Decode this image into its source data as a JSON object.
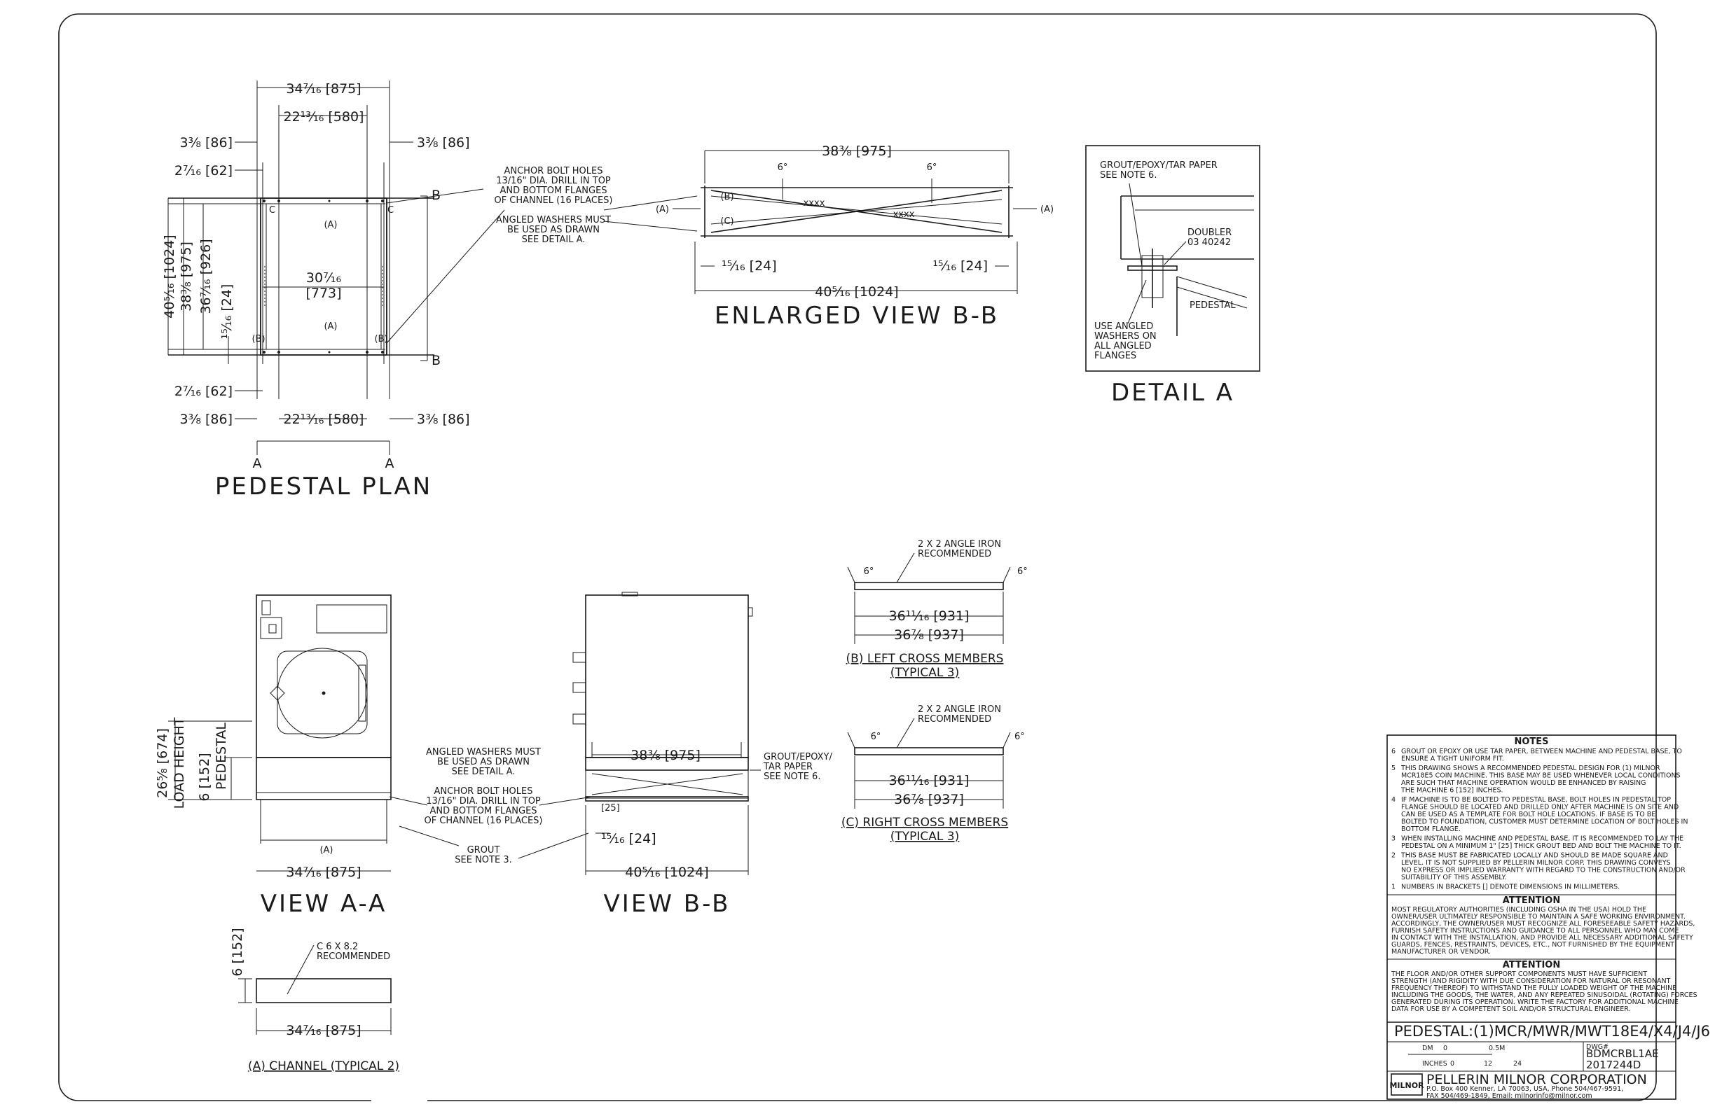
{
  "views": {
    "pedestal_plan": "PEDESTAL PLAN",
    "enlarged_view": "ENLARGED VIEW B-B",
    "detail_a": "DETAIL A",
    "view_aa": "VIEW A-A",
    "view_bb": "VIEW B-B"
  },
  "plan_dims": {
    "d1": "34⁷⁄₁₆ [875]",
    "d2": "22¹³⁄₁₆ [580]",
    "d3": "3³⁄₈ [86]",
    "d4": "2⁷⁄₁₆ [62]",
    "d5": "40⁵⁄₁₆ [1024]",
    "d6": "38³⁄₈ [975]",
    "d7": "36⁷⁄₁₆ [926]",
    "d8": "¹⁵⁄₁₆ [24]",
    "d9": "30⁷⁄₁₆",
    "d10": "[773]",
    "A": "A",
    "B": "B",
    "a_mark": "(A)",
    "b_mark": "(B)",
    "c_mark": "C"
  },
  "anchor_note": [
    "ANCHOR BOLT HOLES",
    "13/16\" DIA. DRILL IN TOP",
    "AND BOTTOM FLANGES",
    "OF CHANNEL (16 PLACES)"
  ],
  "washer_note": [
    "ANGLED WASHERS MUST",
    "BE USED AS DRAWN",
    "SEE DETAIL A."
  ],
  "enlarged_dims": {
    "top": "38³⁄₈ [975]",
    "bottom": "40⁵⁄₁₆ [1024]",
    "angle": "6°",
    "left_small": "¹⁵⁄₁₆ [24]",
    "right_small": "¹⁵⁄₁₆ [24]",
    "A": "(A)",
    "B": "(B)",
    "C": "(C)",
    "xs": "xxxx"
  },
  "detail": {
    "grout": [
      "GROUT/EPOXY/TAR PAPER",
      "SEE NOTE 6."
    ],
    "doubler": [
      "DOUBLER",
      "03 40242"
    ],
    "pedestal": "PEDESTAL",
    "washers": [
      "USE ANGLED",
      "WASHERS ON",
      "ALL ANGLED",
      "FLANGES"
    ]
  },
  "cross_members": {
    "angle_iron": [
      "2 X 2 ANGLE IRON",
      "RECOMMENDED"
    ],
    "angle": "6°",
    "inner": "36¹¹⁄₁₆ [931]",
    "outer": "36⁷⁄₈ [937]",
    "left_title": "(B) LEFT CROSS MEMBERS",
    "right_title": "(C) RIGHT CROSS MEMBERS",
    "typical": "(TYPICAL 3)"
  },
  "view_aa_dims": {
    "load": "26⁵⁄₈ [674]",
    "load_lbl": "LOAD HEIGHT",
    "ped": "6 [152]",
    "ped_lbl": "PEDESTAL",
    "width": "34⁷⁄₁₆ [875]",
    "a_mark": "(A)"
  },
  "grout_note": [
    "GROUT",
    "SEE NOTE 3."
  ],
  "view_bb_dims": {
    "top": "38³⁄₈ [975]",
    "bottom": "40⁵⁄₁₆ [1024]",
    "small": "¹⁵⁄₁₆ [24]",
    "bracket": "[25]",
    "grout": [
      "GROUT/EPOXY/",
      "TAR PAPER",
      "SEE NOTE 6."
    ]
  },
  "channel": {
    "height": "6 [152]",
    "spec": [
      "C 6 X 8.2",
      "RECOMMENDED"
    ],
    "width": "34⁷⁄₁₆ [875]",
    "title": "(A) CHANNEL (TYPICAL 2)"
  },
  "notes": {
    "title": "NOTES",
    "items": [
      {
        "n": "6",
        "lines": [
          "GROUT OR EPOXY OR USE TAR PAPER, BETWEEN MACHINE AND PEDESTAL BASE, TO",
          "ENSURE A TIGHT UNIFORM FIT."
        ]
      },
      {
        "n": "5",
        "lines": [
          "THIS DRAWING SHOWS A RECOMMENDED PEDESTAL DESIGN FOR (1) MILNOR",
          "MCR18E5 COIN MACHINE. THIS BASE MAY BE USED WHENEVER LOCAL CONDITIONS",
          "ARE SUCH THAT MACHINE OPERATION WOULD BE ENHANCED BY RAISING",
          "THE MACHINE 6 [152] INCHES."
        ]
      },
      {
        "n": "4",
        "lines": [
          "IF MACHINE IS TO BE BOLTED TO PEDESTAL BASE, BOLT HOLES IN PEDESTAL TOP",
          "FLANGE SHOULD BE LOCATED AND DRILLED ONLY AFTER MACHINE IS ON SITE AND",
          "CAN BE USED AS A TEMPLATE FOR BOLT HOLE LOCATIONS. IF BASE IS TO BE",
          "BOLTED TO FOUNDATION, CUSTOMER MUST DETERMINE LOCATION OF BOLT HOLES IN",
          "BOTTOM FLANGE."
        ]
      },
      {
        "n": "3",
        "lines": [
          "WHEN INSTALLING MACHINE AND PEDESTAL BASE, IT IS RECOMMENDED TO LAY THE",
          "PEDESTAL ON A MINIMUM 1\" [25] THICK GROUT BED AND BOLT THE MACHINE TO IT."
        ]
      },
      {
        "n": "2",
        "lines": [
          "THIS BASE MUST BE FABRICATED LOCALLY AND SHOULD BE MADE SQUARE AND",
          "LEVEL. IT IS NOT SUPPLIED BY PELLERIN MILNOR CORP. THIS DRAWING CONVEYS",
          "NO EXPRESS OR IMPLIED WARRANTY WITH REGARD TO THE CONSTRUCTION AND/OR",
          "SUITABILITY OF THIS ASSEMBLY."
        ]
      },
      {
        "n": "1",
        "lines": [
          "NUMBERS IN BRACKETS [] DENOTE DIMENSIONS IN MILLIMETERS."
        ]
      }
    ],
    "attention1_title": "ATTENTION",
    "attention1": [
      "MOST REGULATORY AUTHORITIES (INCLUDING OSHA IN THE USA) HOLD THE",
      "OWNER/USER ULTIMATELY RESPONSIBLE TO MAINTAIN A SAFE WORKING ENVIRONMENT.",
      "ACCORDINGLY, THE OWNER/USER MUST RECOGNIZE ALL FORESEEABLE SAFETY HAZARDS,",
      "FURNISH SAFETY INSTRUCTIONS AND GUIDANCE TO ALL PERSONNEL WHO MAY COME",
      "IN CONTACT WITH THE INSTALLATION, AND PROVIDE ALL NECESSARY ADDITIONAL SAFETY",
      "GUARDS, FENCES, RESTRAINTS, DEVICES, ETC., NOT FURNISHED BY THE EQUIPMENT",
      "MANUFACTURER OR VENDOR."
    ],
    "attention2_title": "ATTENTION",
    "attention2": [
      "THE FLOOR AND/OR OTHER SUPPORT COMPONENTS MUST HAVE SUFFICIENT",
      "STRENGTH (AND RIGIDITY WITH DUE CONSIDERATION FOR NATURAL OR RESONANT",
      "FREQUENCY THEREOF) TO WITHSTAND THE FULLY LOADED WEIGHT OF THE MACHINE",
      "INCLUDING THE GOODS, THE WATER, AND ANY REPEATED SINUSOIDAL (ROTATING) FORCES",
      "GENERATED DURING ITS OPERATION. WRITE THE FACTORY FOR ADDITIONAL MACHINE",
      "DATA FOR USE BY A COMPETENT SOIL AND/OR STRUCTURAL ENGINEER."
    ]
  },
  "title_block": {
    "title": "PEDESTAL:(1)MCR/MWR/MWT18E4/X4/J4/J6",
    "scale_dm": "DM",
    "scale_0": "0",
    "scale_05m": "0.5M",
    "scale_inches": "INCHES",
    "scale_i0": "0",
    "scale_12": "12",
    "scale_24": "24",
    "dwg_lbl": "DWG#",
    "dwg1": "BDMCRBL1AE",
    "dwg2": "2017244D",
    "logo": "MILNOR",
    "company": "PELLERIN MILNOR CORPORATION",
    "addr1": "P.O. Box 400 Kenner, LA 70063, USA, Phone 504/467-9591,",
    "addr2": "FAX 504/469-1849, Email: milnorinfo@milnor.com"
  }
}
